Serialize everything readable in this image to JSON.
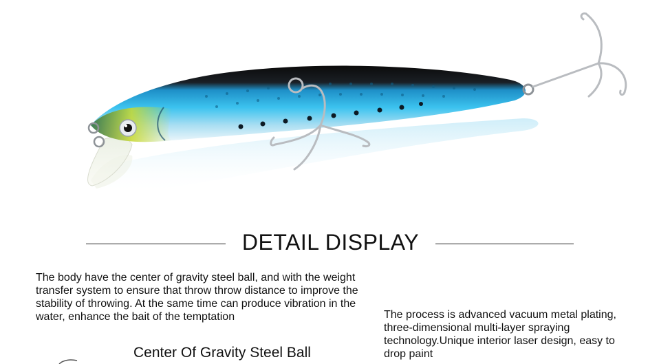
{
  "heading": {
    "title": "DETAIL DISPLAY"
  },
  "left_section": {
    "description": "The body have the center of gravity steel ball,  and with the weight transfer system to ensure that throw throw distance to improve the stability of throwing. At the same time can produce vibration in the water, enhance the bait of the temptation",
    "caption": "Center Of Gravity Steel Ball"
  },
  "right_section": {
    "description": "The process is advanced vacuum metal plating, three-dimensional multi-layer spraying technology.Unique interior laser design, easy to drop paint"
  },
  "colors": {
    "lure_back": "#0b0b0b",
    "lure_body": "#2fb4e6",
    "lure_belly": "#dfeff6",
    "lure_head": "#c9d92e",
    "hook": "#b9bcc0"
  },
  "icons": {
    "product": "fishing-lure-image"
  }
}
